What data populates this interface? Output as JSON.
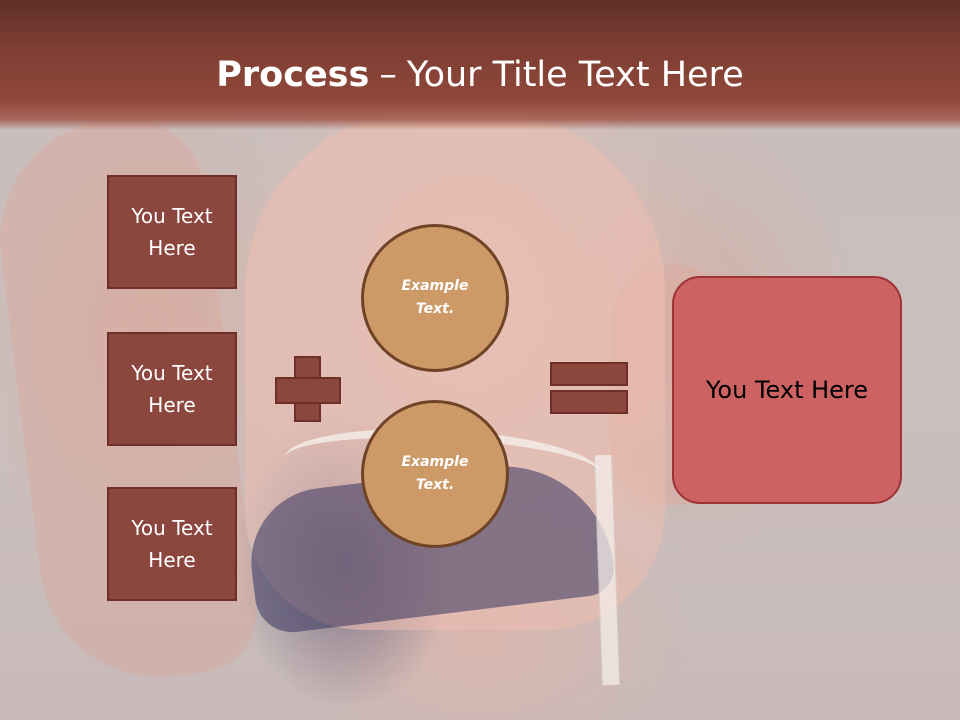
{
  "slide": {
    "title_bold": "Process",
    "title_separator": "–",
    "title_rest": "Your Title Text Here",
    "left_boxes": [
      "You Text Here",
      "You Text Here",
      "You Text Here"
    ],
    "circles": [
      "Example Text.",
      "Example Text."
    ],
    "result": "You Text Here"
  },
  "colors": {
    "header": "#7d3d32",
    "box_fill": "#8b463e",
    "box_border": "#6e2f28",
    "circle_fill": "#cc9967",
    "circle_border": "#6f4326",
    "result_fill": "#cd6263",
    "result_border": "#9d3237"
  }
}
